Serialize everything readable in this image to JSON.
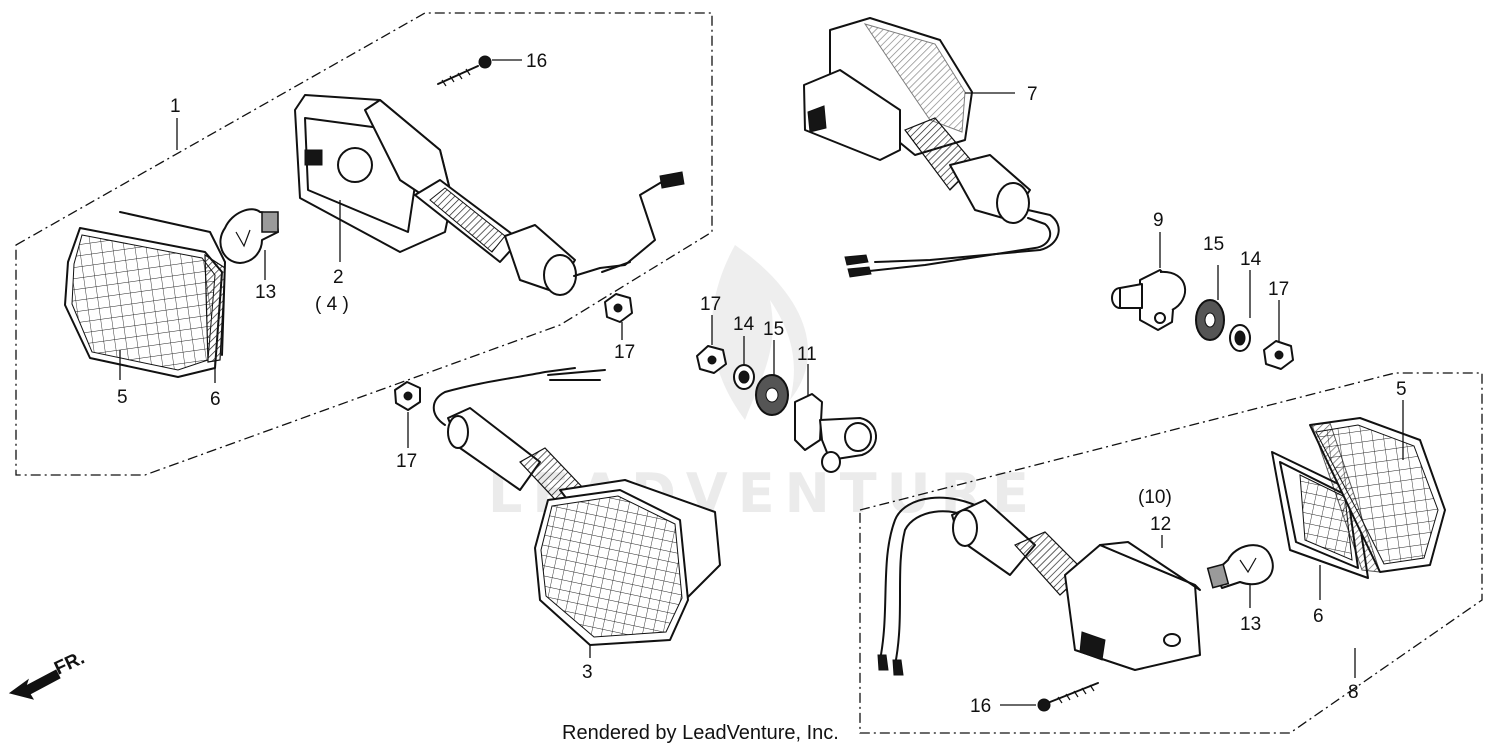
{
  "diagram": {
    "labels": {
      "p1": "1",
      "p2": "2",
      "p2_alt": "( 4 )",
      "p3": "3",
      "p5_left": "5",
      "p6_left": "6",
      "p13_left": "13",
      "p16_top": "16",
      "p17_left": "17",
      "p17_mid": "17",
      "p7": "7",
      "p9": "9",
      "p15_right": "15",
      "p14_right": "14",
      "p17_right": "17",
      "p17_center": "17",
      "p14_center": "14",
      "p15_center": "15",
      "p11": "11",
      "p5_right": "5",
      "p10_alt": "(10)",
      "p12": "12",
      "p13_right": "13",
      "p6_right": "6",
      "p8": "8",
      "p16_bottom": "16"
    },
    "direction_marker": "FR.",
    "credit": "Rendered by LeadVenture, Inc."
  }
}
